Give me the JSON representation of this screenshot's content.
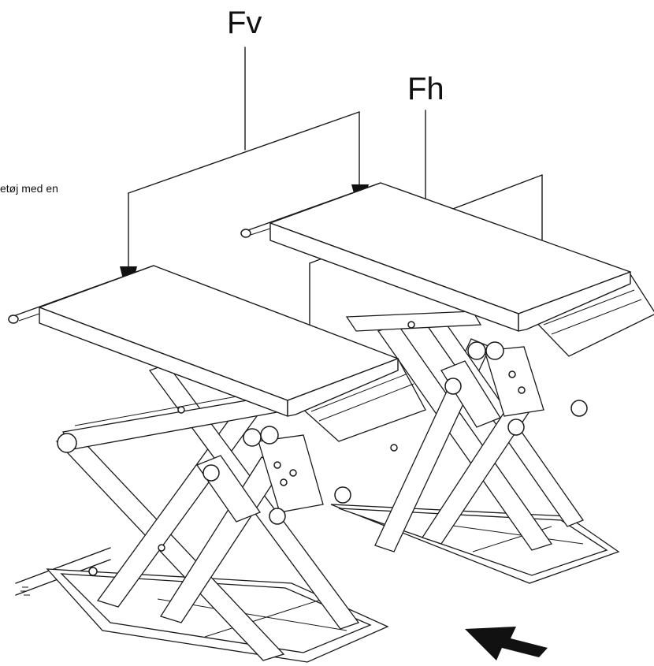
{
  "labels": {
    "fv": "Fv",
    "fh": "Fh",
    "side_text": "etøj med en"
  }
}
